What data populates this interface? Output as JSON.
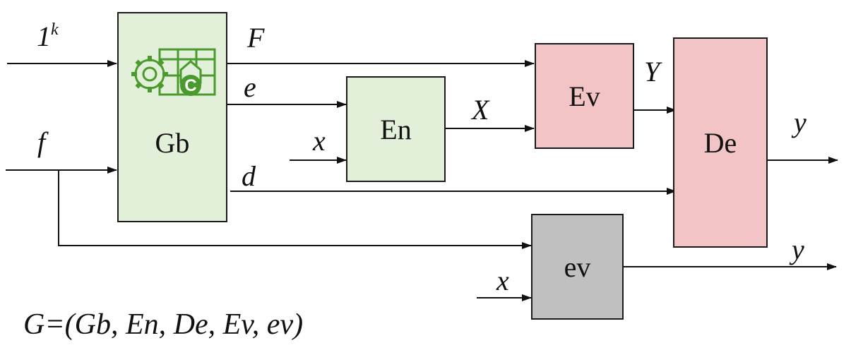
{
  "blocks": {
    "gb": "Gb",
    "en": "En",
    "ev_upper": "Ev",
    "de": "De",
    "ev_lower": "ev"
  },
  "signals": {
    "one_k_base": "1",
    "one_k_sup": "k",
    "f_input": "f",
    "F": "F",
    "e": "e",
    "d": "d",
    "x_en": "x",
    "X": "X",
    "Y": "Y",
    "y_de": "y",
    "x_ev": "x",
    "y_ev": "y"
  },
  "formula": "G=(Gb, En, De, Ev, ev)",
  "icons": {
    "gb_icon": "gear-table-copyright-icon"
  },
  "colors": {
    "green_block": "#e2efd9",
    "pink_block": "#f2c4c6",
    "gray_block": "#c0c0c0",
    "icon_green": "#4a9a2e"
  }
}
